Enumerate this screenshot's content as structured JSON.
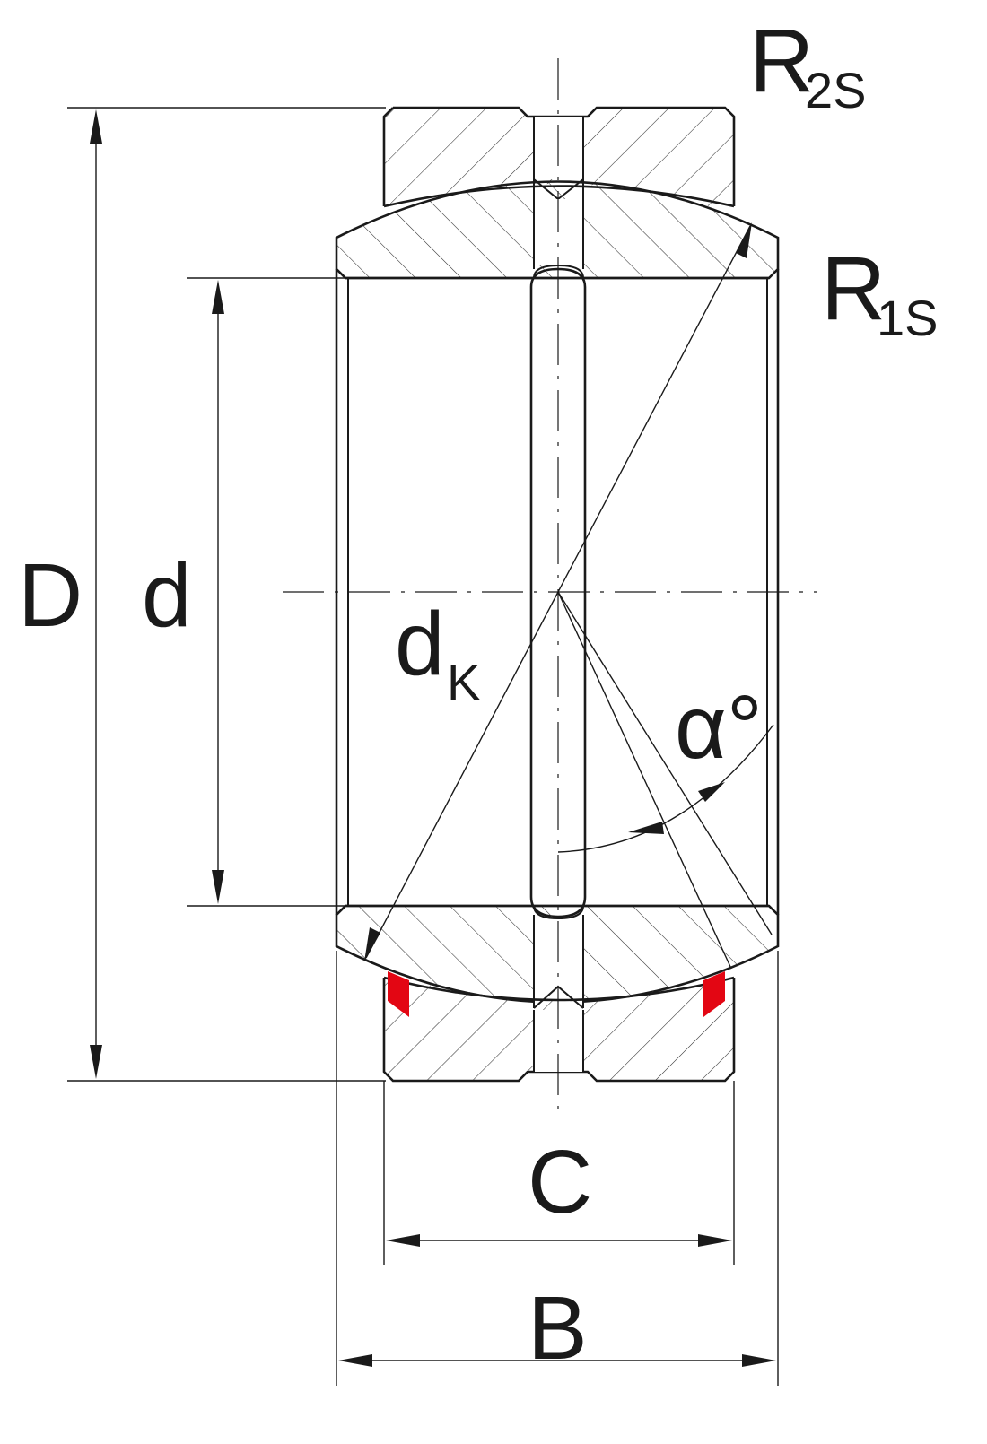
{
  "labels": {
    "D": "D",
    "d": "d",
    "dk_main": "d",
    "dk_sub": "K",
    "alpha": "α°",
    "C": "C",
    "B": "B",
    "R2s_main": "R",
    "R2s_sub": "2S",
    "R1s_main": "R",
    "R1s_sub": "1S"
  },
  "colors": {
    "seal": "#e30613",
    "line": "#1a1a1a"
  }
}
